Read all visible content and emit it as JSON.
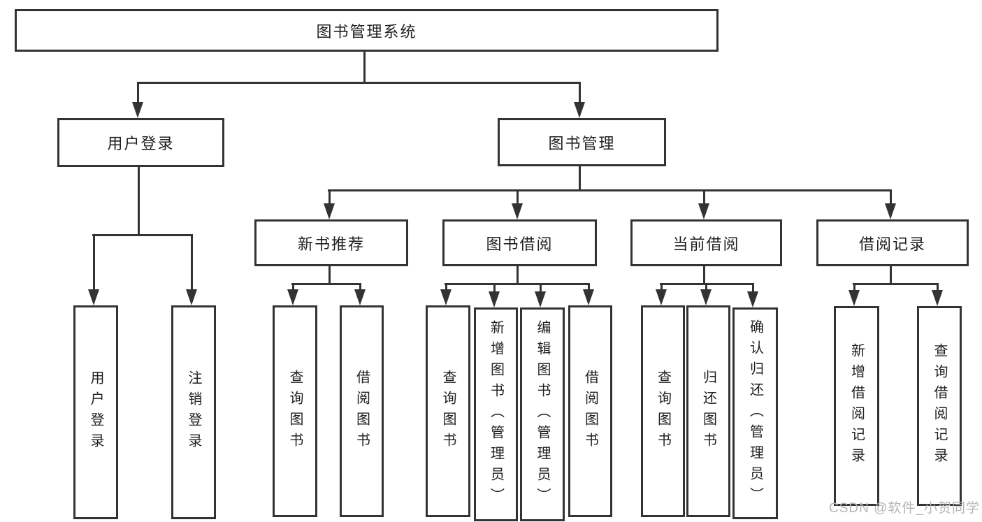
{
  "diagram": {
    "title": "图书管理系统",
    "boxes": [
      {
        "id": "root",
        "label": "图书管理系统",
        "orientation": "horizontal"
      },
      {
        "id": "user-login",
        "label": "用户登录",
        "orientation": "horizontal"
      },
      {
        "id": "book-management",
        "label": "图书管理",
        "orientation": "horizontal"
      },
      {
        "id": "new-book-recommend",
        "label": "新书推荐",
        "orientation": "horizontal"
      },
      {
        "id": "book-borrow",
        "label": "图书借阅",
        "orientation": "horizontal"
      },
      {
        "id": "current-borrow",
        "label": "当前借阅",
        "orientation": "horizontal"
      },
      {
        "id": "borrow-record",
        "label": "借阅记录",
        "orientation": "horizontal"
      },
      {
        "id": "leaf-user-login",
        "label": "用户登录",
        "orientation": "vertical"
      },
      {
        "id": "leaf-logout",
        "label": "注销登录",
        "orientation": "vertical"
      },
      {
        "id": "leaf-query-book-1",
        "label": "查询图书",
        "orientation": "vertical"
      },
      {
        "id": "leaf-borrow-book-1",
        "label": "借阅图书",
        "orientation": "vertical"
      },
      {
        "id": "leaf-query-book-2",
        "label": "查询图书",
        "orientation": "vertical"
      },
      {
        "id": "leaf-add-book",
        "label": "新增图书（管理员）",
        "orientation": "vertical"
      },
      {
        "id": "leaf-edit-book",
        "label": "编辑图书（管理员）",
        "orientation": "vertical"
      },
      {
        "id": "leaf-borrow-book-2",
        "label": "借阅图书",
        "orientation": "vertical"
      },
      {
        "id": "leaf-query-book-3",
        "label": "查询图书",
        "orientation": "vertical"
      },
      {
        "id": "leaf-return-book",
        "label": "归还图书",
        "orientation": "vertical"
      },
      {
        "id": "leaf-confirm-return",
        "label": "确认归还（管理员）",
        "orientation": "vertical"
      },
      {
        "id": "leaf-add-borrow-record",
        "label": "新增借阅记录",
        "orientation": "vertical"
      },
      {
        "id": "leaf-query-borrow-record",
        "label": "查询借阅记录",
        "orientation": "vertical"
      }
    ],
    "edges": [
      {
        "from": "root",
        "to": [
          "user-login",
          "book-management"
        ]
      },
      {
        "from": "user-login",
        "to": [
          "leaf-user-login",
          "leaf-logout"
        ]
      },
      {
        "from": "book-management",
        "to": [
          "new-book-recommend",
          "book-borrow",
          "current-borrow",
          "borrow-record"
        ]
      },
      {
        "from": "new-book-recommend",
        "to": [
          "leaf-query-book-1",
          "leaf-borrow-book-1"
        ]
      },
      {
        "from": "book-borrow",
        "to": [
          "leaf-query-book-2",
          "leaf-add-book",
          "leaf-edit-book",
          "leaf-borrow-book-2"
        ]
      },
      {
        "from": "current-borrow",
        "to": [
          "leaf-query-book-3",
          "leaf-return-book",
          "leaf-confirm-return"
        ]
      },
      {
        "from": "borrow-record",
        "to": [
          "leaf-add-borrow-record",
          "leaf-query-borrow-record"
        ]
      }
    ]
  },
  "watermark": {
    "text": "CSDN @软件_小贺同学"
  },
  "colors": {
    "line": "#333333",
    "text": "#1f1f1f",
    "watermark": "#b5b5b5",
    "background": "#ffffff"
  }
}
